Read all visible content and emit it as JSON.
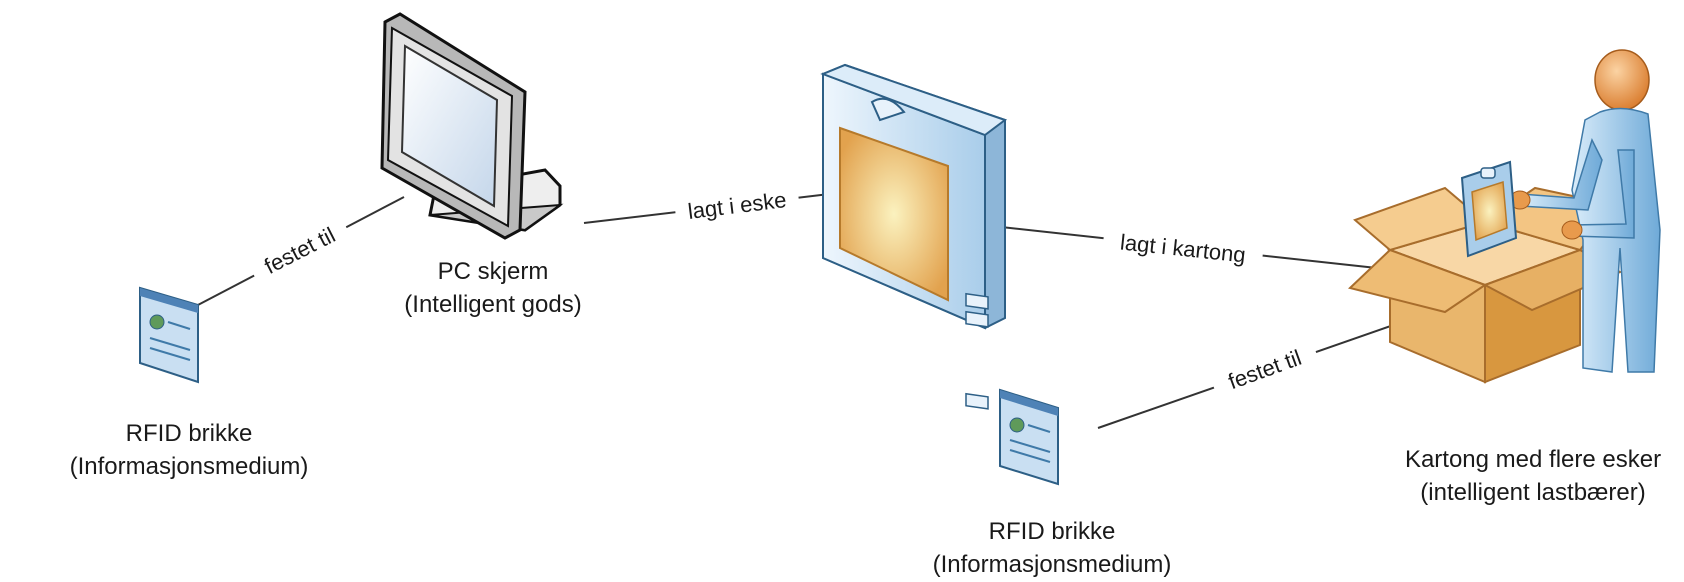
{
  "nodes": {
    "pc_screen": {
      "line1": "PC skjerm",
      "line2": "(Intelligent gods)"
    },
    "rfid_tag_left": {
      "line1": "RFID brikke",
      "line2": "(Informasjonsmedium)"
    },
    "rfid_tag_right": {
      "line1": "RFID brikke",
      "line2": "(Informasjonsmedium)"
    },
    "carton": {
      "line1": "Kartong med flere esker",
      "line2": "(intelligent lastbærer)"
    }
  },
  "edges": {
    "tag_to_screen": "festet til",
    "screen_to_box": "lagt i eske",
    "box_to_carton": "lagt i kartong",
    "tag_to_carton": "festet til"
  },
  "icons": {
    "pc_screen": "monitor-icon",
    "box": "product-box-icon",
    "carton": "open-carton-icon",
    "person": "person-icon",
    "rfid": "rfid-tag-icon"
  },
  "colors": {
    "line": "#333333",
    "monitor_frame": "#d9d9d9",
    "monitor_screen": "#dde8f3",
    "box_blue": "#9fc6e6",
    "box_orange": "#f2b65c",
    "carton": "#e7b06a",
    "person": "#8fc1e4",
    "head": "#e89a4c"
  }
}
